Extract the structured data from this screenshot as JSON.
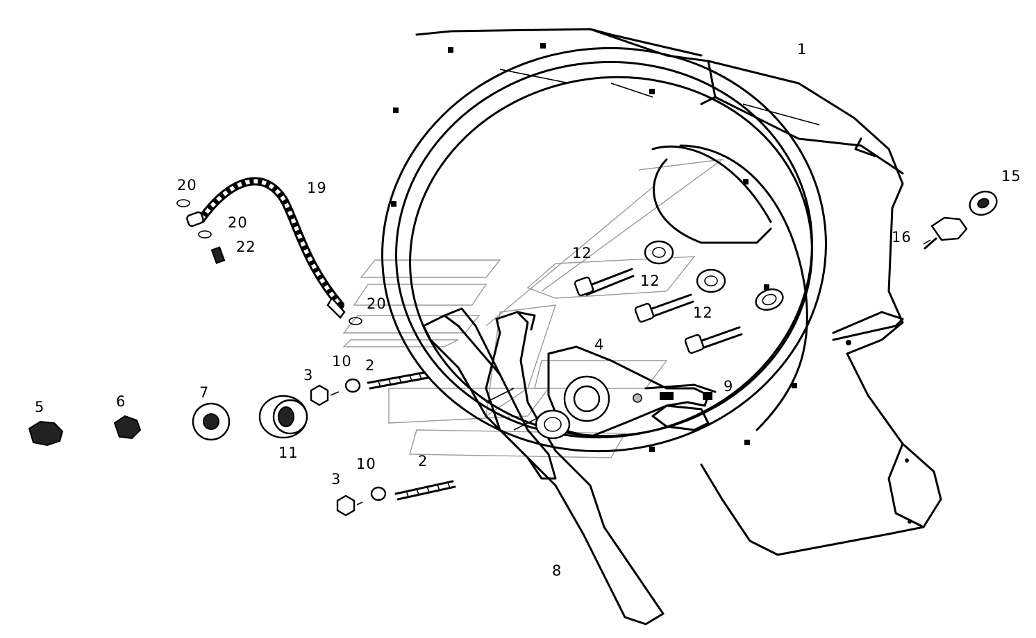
{
  "callouts": [
    {
      "id": "c1",
      "text": "1"
    },
    {
      "id": "c2a",
      "text": "2"
    },
    {
      "id": "c2b",
      "text": "2"
    },
    {
      "id": "c3a",
      "text": "3"
    },
    {
      "id": "c3b",
      "text": "3"
    },
    {
      "id": "c4",
      "text": "4"
    },
    {
      "id": "c5",
      "text": "5"
    },
    {
      "id": "c6",
      "text": "6"
    },
    {
      "id": "c7",
      "text": "7"
    },
    {
      "id": "c8",
      "text": "8"
    },
    {
      "id": "c9",
      "text": "9"
    },
    {
      "id": "c10a",
      "text": "10"
    },
    {
      "id": "c10b",
      "text": "10"
    },
    {
      "id": "c11",
      "text": "11"
    },
    {
      "id": "c12a",
      "text": "12"
    },
    {
      "id": "c12b",
      "text": "12"
    },
    {
      "id": "c12c",
      "text": "12"
    },
    {
      "id": "c15",
      "text": "15"
    },
    {
      "id": "c16",
      "text": "16"
    },
    {
      "id": "c19",
      "text": "19"
    },
    {
      "id": "c20a",
      "text": "20"
    },
    {
      "id": "c20b",
      "text": "20"
    },
    {
      "id": "c20c",
      "text": "20"
    },
    {
      "id": "c22",
      "text": "22"
    }
  ]
}
